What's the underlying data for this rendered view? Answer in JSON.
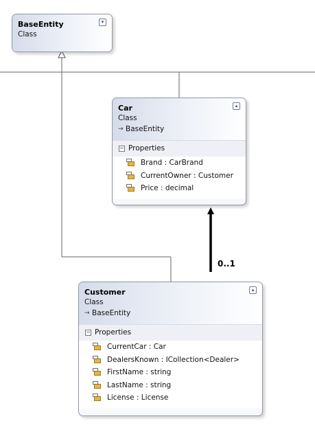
{
  "classes": {
    "base_entity": {
      "name": "BaseEntity",
      "stereotype": "Class"
    },
    "car": {
      "name": "Car",
      "stereotype": "Class",
      "base": "BaseEntity",
      "section": "Properties",
      "properties": [
        "Brand : CarBrand",
        "CurrentOwner : Customer",
        "Price : decimal"
      ]
    },
    "customer": {
      "name": "Customer",
      "stereotype": "Class",
      "base": "BaseEntity",
      "section": "Properties",
      "properties": [
        "CurrentCar : Car",
        "DealersKnown : ICollection<Dealer>",
        "FirstName : string",
        "LastName : string",
        "License : License"
      ]
    }
  },
  "association": {
    "multiplicity": "0..1"
  },
  "icons": {
    "collapse": "double-chevron-down-icon",
    "expand": "double-chevron-up-icon",
    "inherits": "arrow-right-icon",
    "property": "property-icon",
    "section_toggle": "minus-box-icon"
  }
}
